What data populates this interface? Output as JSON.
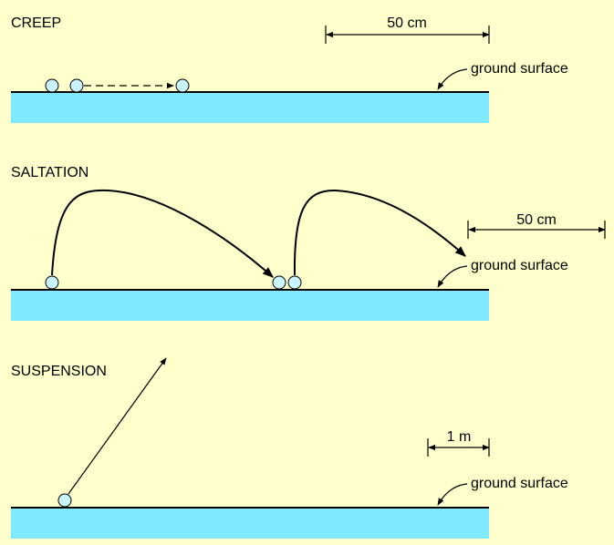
{
  "panels": {
    "creep": {
      "title": "CREEP",
      "scale_label": "50 cm",
      "ground_label": "ground surface"
    },
    "saltation": {
      "title": "SALTATION",
      "scale_label": "50 cm",
      "ground_label": "ground surface"
    },
    "suspension": {
      "title": "SUSPENSION",
      "scale_label": "1 m",
      "ground_label": "ground surface"
    }
  },
  "colors": {
    "background": "#ffffcc",
    "ground": "#7fe9ff",
    "grain": "#c9f3ff"
  }
}
